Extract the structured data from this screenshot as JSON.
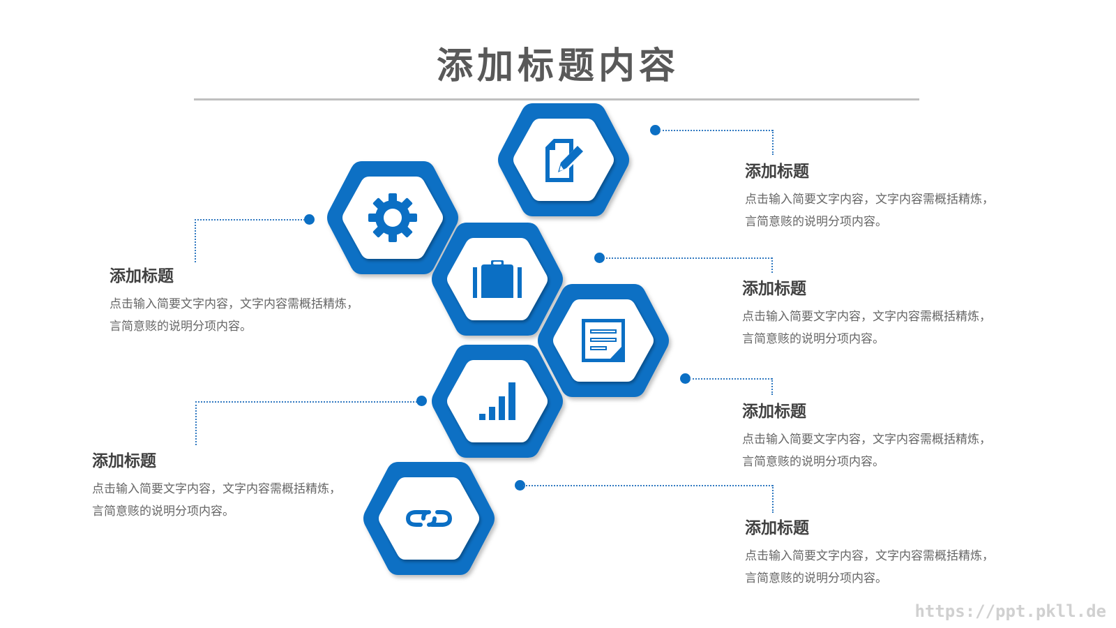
{
  "title": "添加标题内容",
  "colors": {
    "accent": "#0b6fc4",
    "title": "#595959",
    "heading": "#404040",
    "body": "#666666",
    "rule": "#bfbfbf"
  },
  "hexagons": [
    {
      "icon": "edit-document-icon"
    },
    {
      "icon": "gear-icon"
    },
    {
      "icon": "briefcase-icon"
    },
    {
      "icon": "note-icon"
    },
    {
      "icon": "bar-chart-icon"
    },
    {
      "icon": "link-icon"
    }
  ],
  "items": [
    {
      "heading": "添加标题",
      "line1": "点击输入简要文字内容，文字内容需概括精炼，",
      "line2": "言简意赅的说明分项内容。"
    },
    {
      "heading": "添加标题",
      "line1": "点击输入简要文字内容，文字内容需概括精炼，",
      "line2": "言简意赅的说明分项内容。"
    },
    {
      "heading": "添加标题",
      "line1": "点击输入简要文字内容，文字内容需概括精炼，",
      "line2": "言简意赅的说明分项内容。"
    },
    {
      "heading": "添加标题",
      "line1": "点击输入简要文字内容，文字内容需概括精炼，",
      "line2": "言简意赅的说明分项内容。"
    },
    {
      "heading": "添加标题",
      "line1": "点击输入简要文字内容，文字内容需概括精炼，",
      "line2": "言简意赅的说明分项内容。"
    },
    {
      "heading": "添加标题",
      "line1": "点击输入简要文字内容，文字内容需概括精炼，",
      "line2": "言简意赅的说明分项内容。"
    }
  ],
  "watermark": "https://ppt.pkll.de"
}
